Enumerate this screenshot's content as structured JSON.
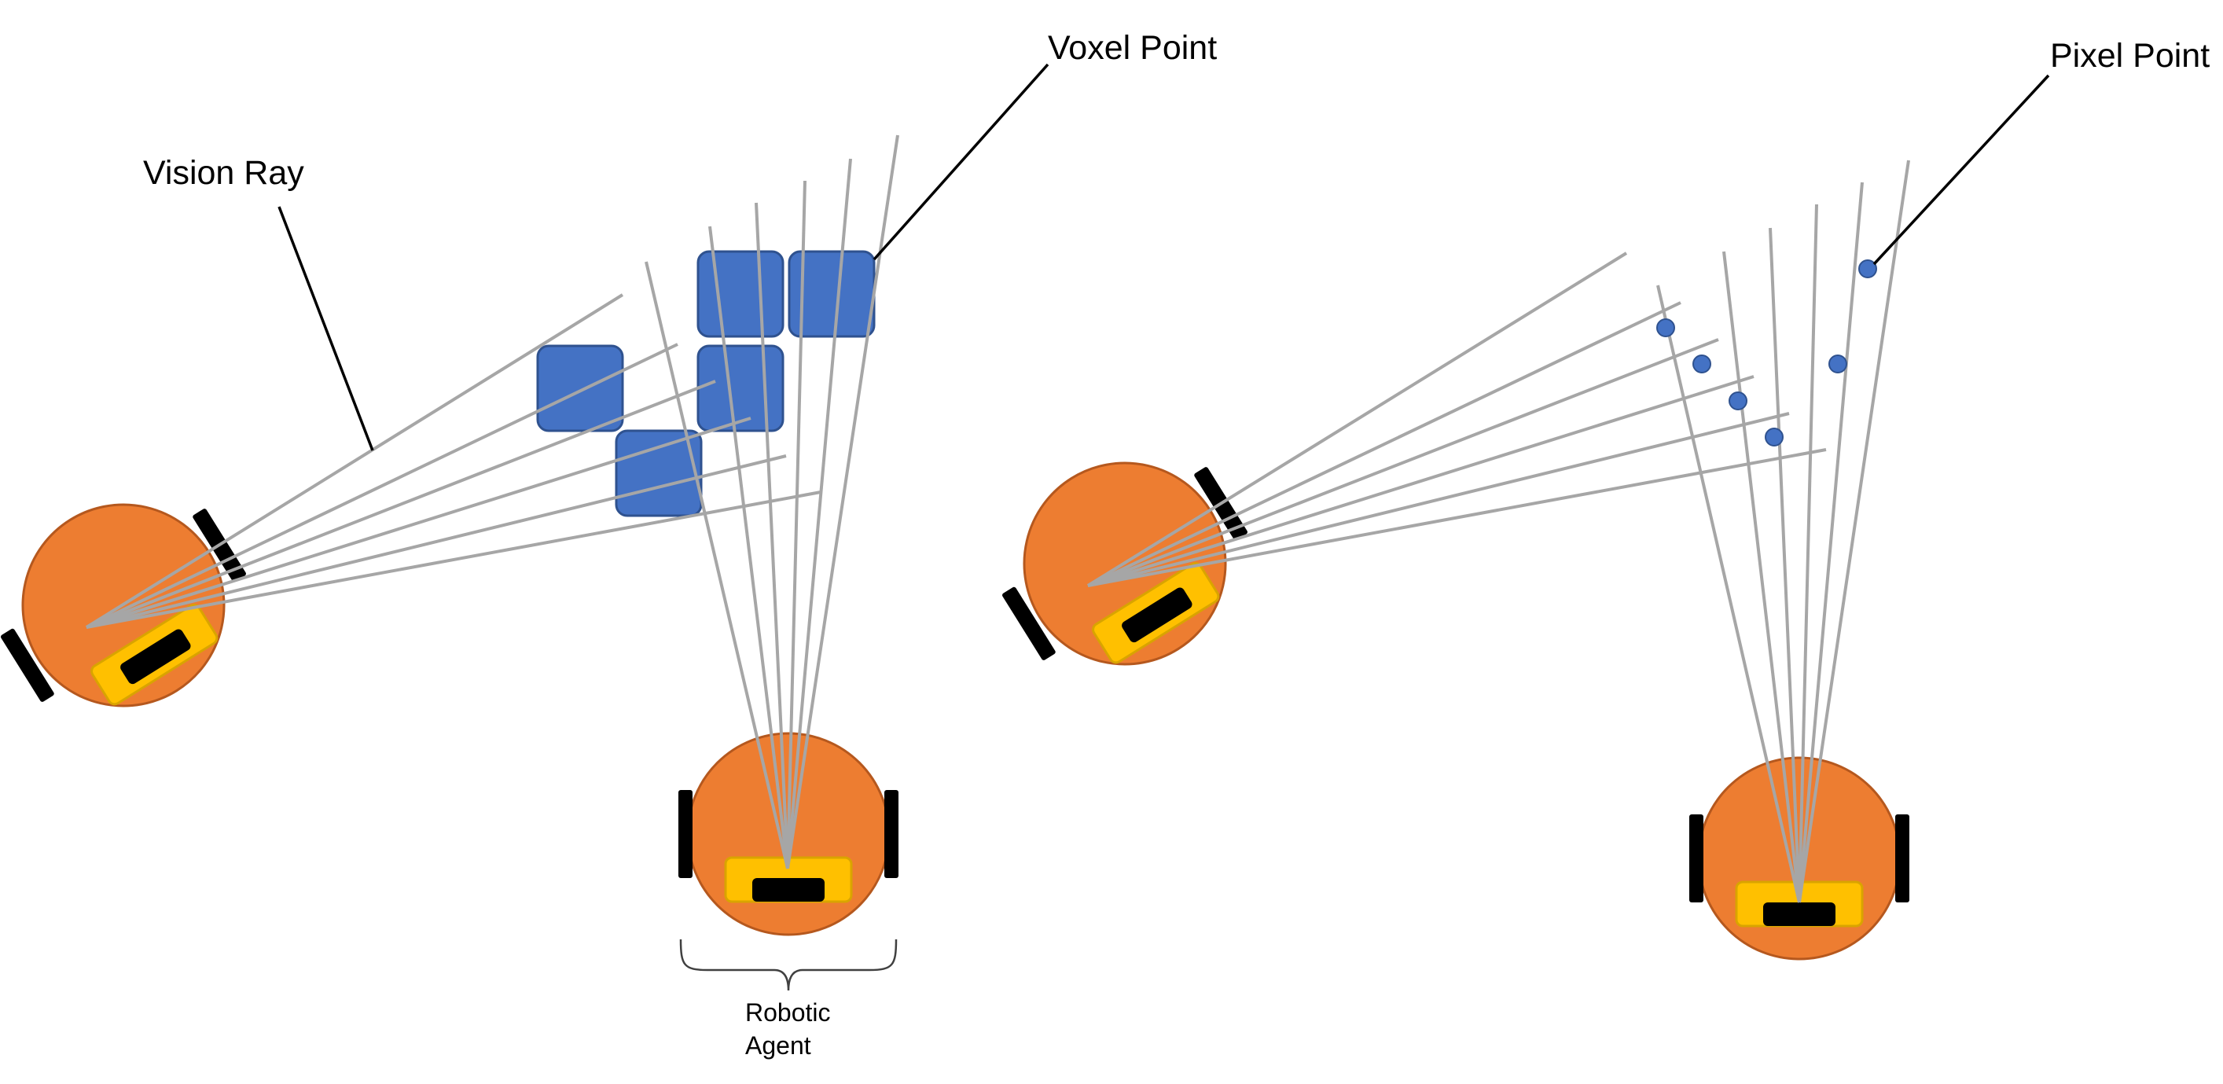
{
  "labels": {
    "vision_ray": "Vision Ray",
    "voxel_point": "Voxel Point",
    "pixel_point": "Pixel Point",
    "robotic_agent_line1": "Robotic",
    "robotic_agent_line2": "Agent"
  },
  "colors": {
    "robot_body": "#ED7D31",
    "robot_outline": "#B5581E",
    "robot_panel": "#FFC000",
    "robot_panel_outline": "#D9A400",
    "wheel": "#000000",
    "ray": "#A6A6A6",
    "voxel_fill": "#4472C4",
    "voxel_outline": "#2F528F",
    "pixel_fill": "#4472C4",
    "leader_line": "#000000"
  },
  "panels": [
    {
      "name": "voxel-representation",
      "marker": "voxel",
      "robots": 2
    },
    {
      "name": "pixel-representation",
      "marker": "pixel",
      "robots": 2
    }
  ]
}
